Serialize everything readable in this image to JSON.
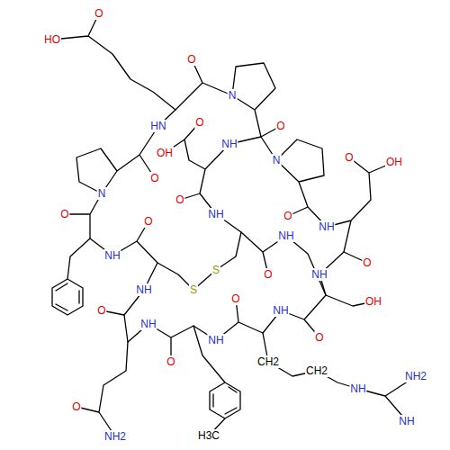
{
  "diagram": {
    "labels": [
      "O",
      "HO",
      "O",
      "N",
      "O",
      "HN",
      "O",
      "NH",
      "OH",
      "N",
      "O",
      "OH",
      "O",
      "N",
      "O",
      "O",
      "NH",
      "O",
      "O",
      "NH",
      "NH",
      "NH",
      "O",
      "NH",
      "O",
      "S",
      "S",
      "NH",
      "O",
      "OH",
      "NH",
      "O",
      "NH",
      "O",
      "NH",
      "O",
      "CH2",
      "CH2",
      "NH2",
      "NH",
      "O",
      "NH",
      "H3C",
      "NH2"
    ]
  }
}
